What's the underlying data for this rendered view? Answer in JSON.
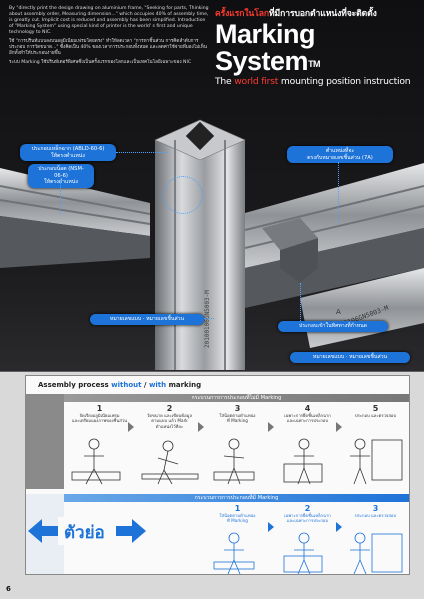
{
  "intro": {
    "en": "By \"directly print the design drawing on aluminium frame, \"Seeking for parts, Thinking about assembly order, Measuring dimension...\" which occupies 40% of assembly time, is greatly cut. Implicit cost is reduced and assembly has been simplified. Introduction of \"Marking System\" using special kind of printer is the world' s first and unique technology to NIC.",
    "th1": "ใช้ \"การปรินท์แบบลงบนอลูมิเนียมเฟรมโดยตรง\" ทำให้ลดเวลา \"การหาชิ้นส่วน การคิดลำดับการประกอบ การวัดขนาด...\" ซึ่งคิดเป็น 40% ของเวลาการประกอบทั้งหมด และลดค่าใช้จ่ายที่มองไม่เห็นอีกทั้งทำให้ประกอบง่ายขึ้น",
    "th2": "ระบบ Marking ใช้ปรินท์เตอร์พิเศษซึ่งเป็นครั้งแรกของโลกและเป็นเทคโนโลยีเฉพาะของ NIC"
  },
  "header": {
    "thai_title_red": "ครั้งแรกในโลก",
    "thai_title_white": "ที่มีการบอกตำแหน่งที่จะติดตั้ง",
    "main_title": "Marking System",
    "tm": "TM",
    "subtitle_pre": "The ",
    "subtitle_red": "world first",
    "subtitle_post": " mounting position instruction"
  },
  "callouts": {
    "bracket_pos": "ประกอบเหล็กฉาก (ABLD-60-6)\nให้ตรงตำแหน่ง",
    "nut_pos": "ประกอบน็อต (NSM-06-6)\nให้ตรงตำแหน่ง",
    "part_no": "หมายเลขแบบ · หมายเลขชิ้นส่วน",
    "join_part": "ตำแหน่งที่จะ\nตรงกับหมายเลขชิ้นส่วน (7A)",
    "join_dir": "ประกอบเข้าในทิศทางที่กำหนด",
    "part_no2": "หมายเลขแบบ · หมายเลขชิ้นส่วน"
  },
  "frame_print": {
    "text1": "20100106GN5003-M",
    "text2": "A",
    "text3": "7A"
  },
  "assembly": {
    "title_pre": "Assembly process ",
    "title_without": "without",
    "title_mid": " / ",
    "title_with": "with",
    "title_post": " marking",
    "without_bar": "กระบวนการการประกอบที่ไม่มี Marking",
    "with_bar": "กระบวนการการประกอบที่มี Marking",
    "without_steps": [
      {
        "num": "1",
        "text": "จัดเรียงอลูมิเนียมเฟรม\nและเตรียมแผงภาพของชิ้นส่วน"
      },
      {
        "num": "2",
        "text": "วัดขนาด และเขียนข้อมูล\nตามแบบ แล้ว Mark\nตำแหน่งไว้ทีละ"
      },
      {
        "num": "3",
        "text": "ใส่น็อตตามตำแหน่ง\nที่ Marking"
      },
      {
        "num": "4",
        "text": "เฉพาะการยึดชิ้นเหล็กฉาก\nและเฉพาะการประกอบ"
      },
      {
        "num": "5",
        "text": "ประกอบ และตรวจสอบ"
      }
    ],
    "with_steps": [
      {
        "num": "1",
        "text": "ใส่น็อตตามตำแหน่ง\nที่ Marking"
      },
      {
        "num": "2",
        "text": "เฉพาะการยึดชิ้นเหล็กฉาก\nและเฉพาะการประกอบ"
      },
      {
        "num": "3",
        "text": "ประกอบ และตรวจสอบ"
      }
    ],
    "shorten_label": "ตัวย่อ"
  },
  "page_number": "6",
  "colors": {
    "accent_blue": "#1e73d8",
    "accent_red": "#ff3b30"
  }
}
